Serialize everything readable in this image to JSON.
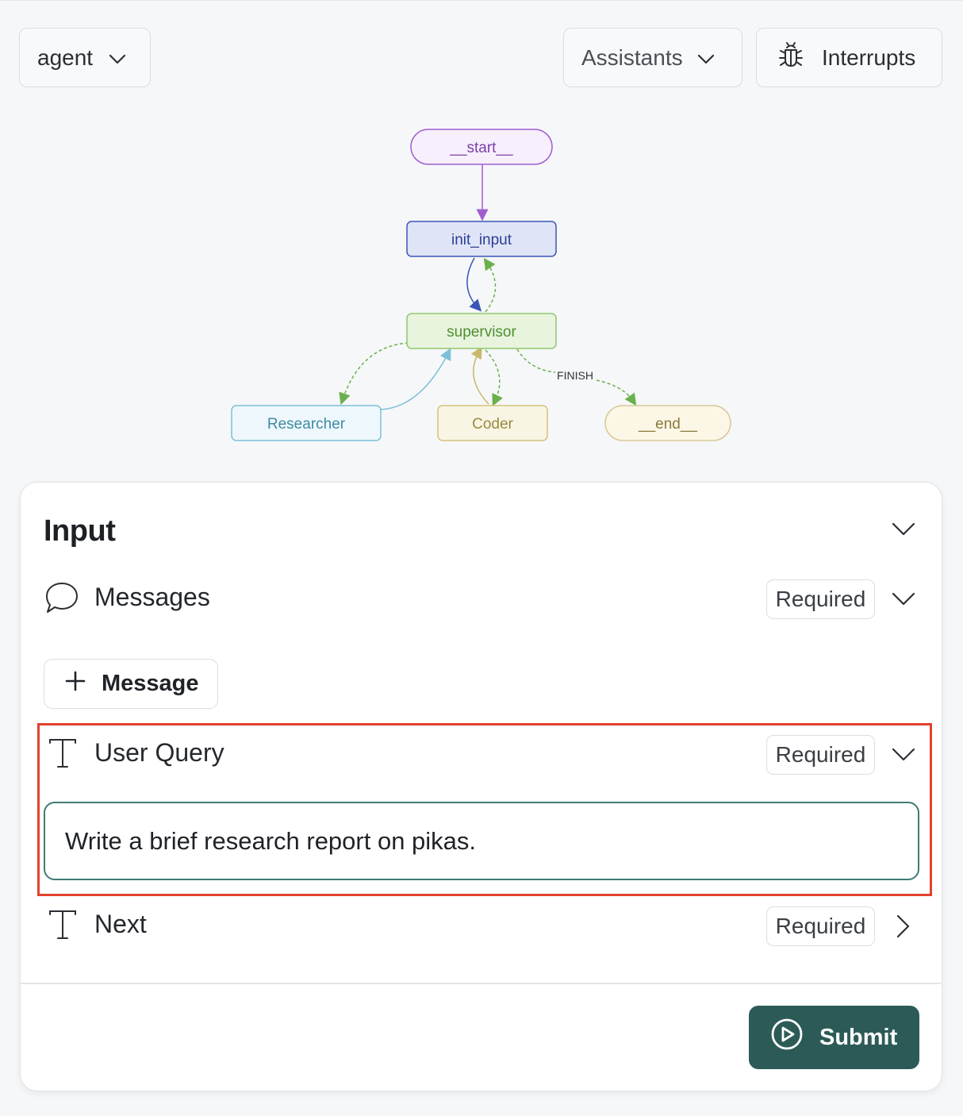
{
  "header": {
    "agent_select": {
      "value": "agent"
    },
    "assistants_label": "Assistants",
    "interrupts_label": "Interrupts"
  },
  "graph": {
    "nodes": {
      "start": "__start__",
      "init_input": "init_input",
      "supervisor": "supervisor",
      "researcher": "Researcher",
      "coder": "Coder",
      "end": "__end__"
    },
    "edge_labels": {
      "finish": "FINISH"
    }
  },
  "input_panel": {
    "title": "Input",
    "fields": {
      "messages": {
        "label": "Messages",
        "badge": "Required"
      },
      "user_query": {
        "label": "User Query",
        "badge": "Required",
        "value": "Write a brief research report on pikas."
      },
      "next": {
        "label": "Next",
        "badge": "Required"
      }
    },
    "add_message_label": "Message",
    "submit_label": "Submit"
  },
  "colors": {
    "accent": "#2c5b57",
    "highlight": "#e3412d",
    "start_node": "#a05fd0",
    "init_node": "#3a56b5",
    "supervisor_node": "#6ab04c",
    "researcher_node": "#7cc0d8",
    "coder_node": "#c9b86a",
    "end_node": "#d8c896"
  },
  "icons": [
    "chevron-down-icon",
    "bug-icon",
    "chat-bubble-icon",
    "text-type-icon",
    "plus-icon",
    "chevron-right-icon",
    "play-circle-icon"
  ]
}
